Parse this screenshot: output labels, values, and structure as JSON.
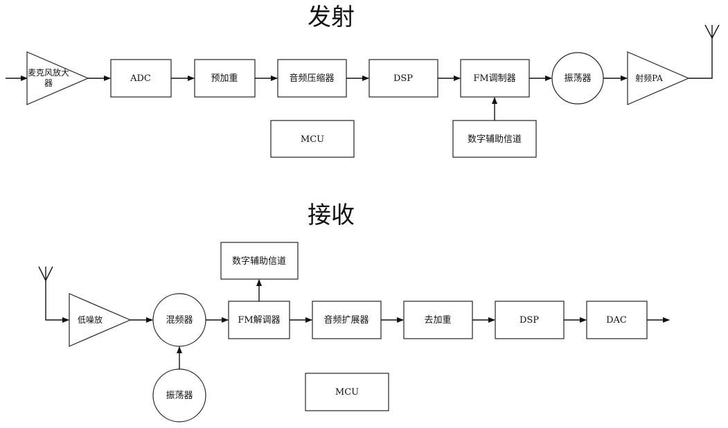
{
  "tx": {
    "title": "发射",
    "mic_amp_l1": "麦克风放大",
    "mic_amp_l2": "器",
    "adc": "ADC",
    "preemph": "预加重",
    "compressor": "音频压缩器",
    "dsp": "DSP",
    "fm_mod": "FM调制器",
    "oscillator": "振荡器",
    "rf_pa": "射频PA",
    "mcu": "MCU",
    "aux": "数字辅助信道"
  },
  "rx": {
    "title": "接收",
    "aux": "数字辅助信道",
    "lna": "低噪放",
    "mixer": "混频器",
    "fm_demod": "FM解调器",
    "expander": "音频扩展器",
    "deemph": "去加重",
    "dsp": "DSP",
    "dac": "DAC",
    "oscillator": "振荡器",
    "mcu": "MCU"
  }
}
